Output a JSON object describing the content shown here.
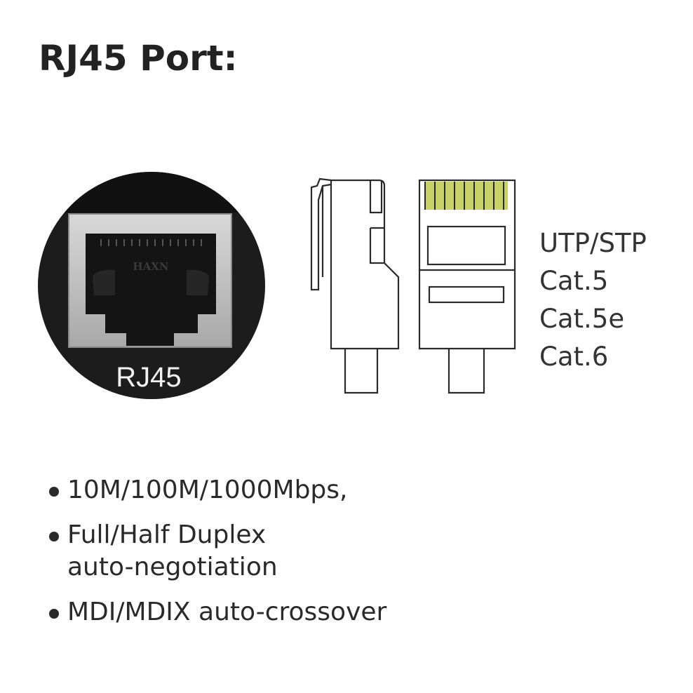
{
  "title": "RJ45 Port:",
  "port_photo": {
    "label": "RJ45",
    "jack_marking": "HAXN"
  },
  "cable_types": [
    "UTP/STP",
    "Cat.5",
    "Cat.5e",
    "Cat.6"
  ],
  "features": [
    {
      "lines": [
        "10M/100M/1000Mbps,"
      ]
    },
    {
      "lines": [
        "Full/Half Duplex",
        "auto-negotiation"
      ]
    },
    {
      "lines": [
        "MDI/MDIX auto-crossover"
      ]
    }
  ],
  "colors": {
    "text": "#222222",
    "photo_panel": "#1c1c1c",
    "jack_frame": "#c9c9c9",
    "contacts": "#c8d16a",
    "outline": "#2a2a2a"
  },
  "icons": {
    "bullet": "filled-circle",
    "plug": "rj45-plug-diagram"
  }
}
